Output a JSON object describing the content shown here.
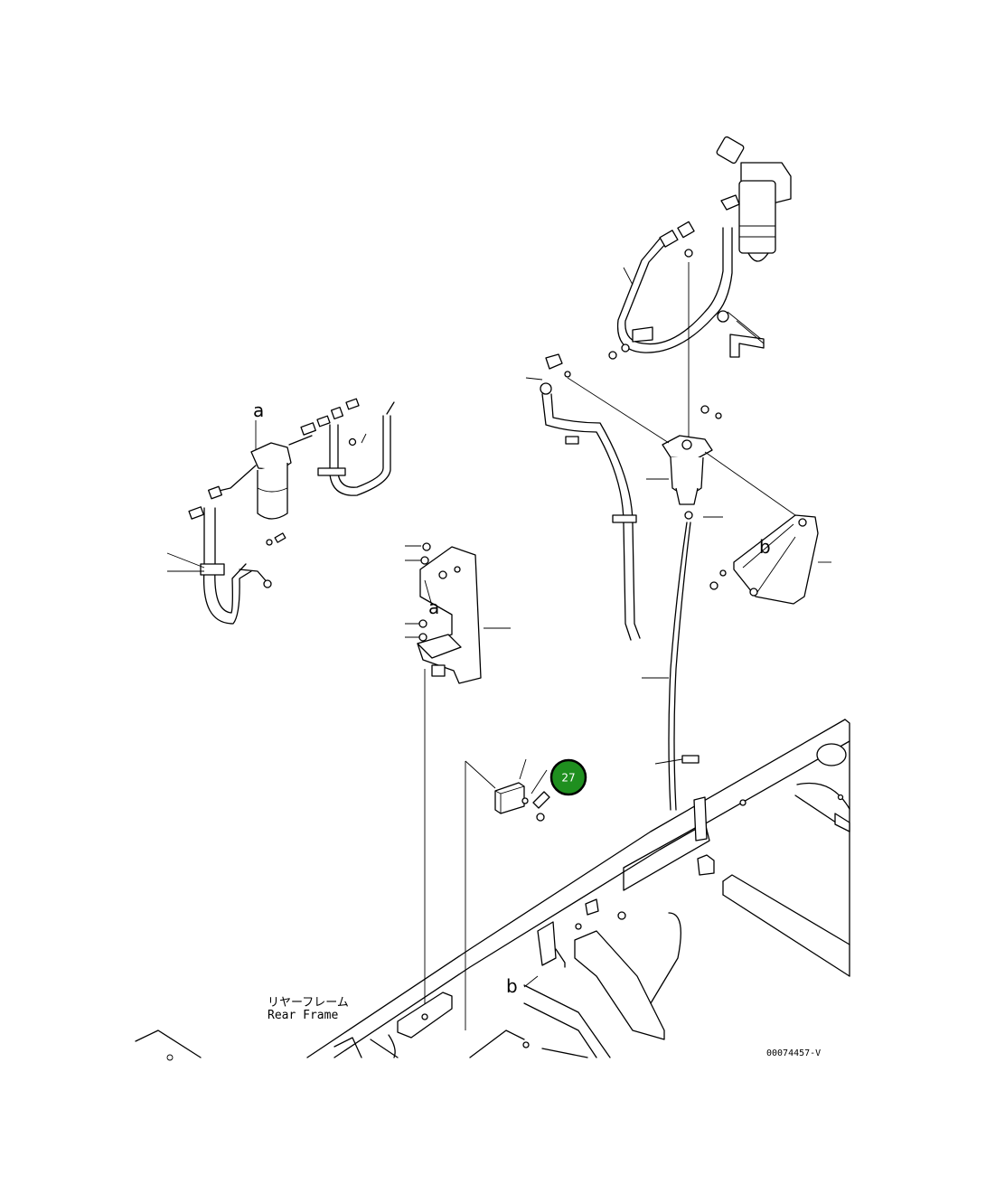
{
  "labels": {
    "a_left": "a",
    "a_center": "a",
    "b_right": "b",
    "b_bottom": "b",
    "frame_jp": "リヤーフレーム",
    "frame_en": "Rear Frame",
    "drawing_number": "00074457-V"
  },
  "callout": {
    "number": "27",
    "color": "#1f8f1f"
  }
}
